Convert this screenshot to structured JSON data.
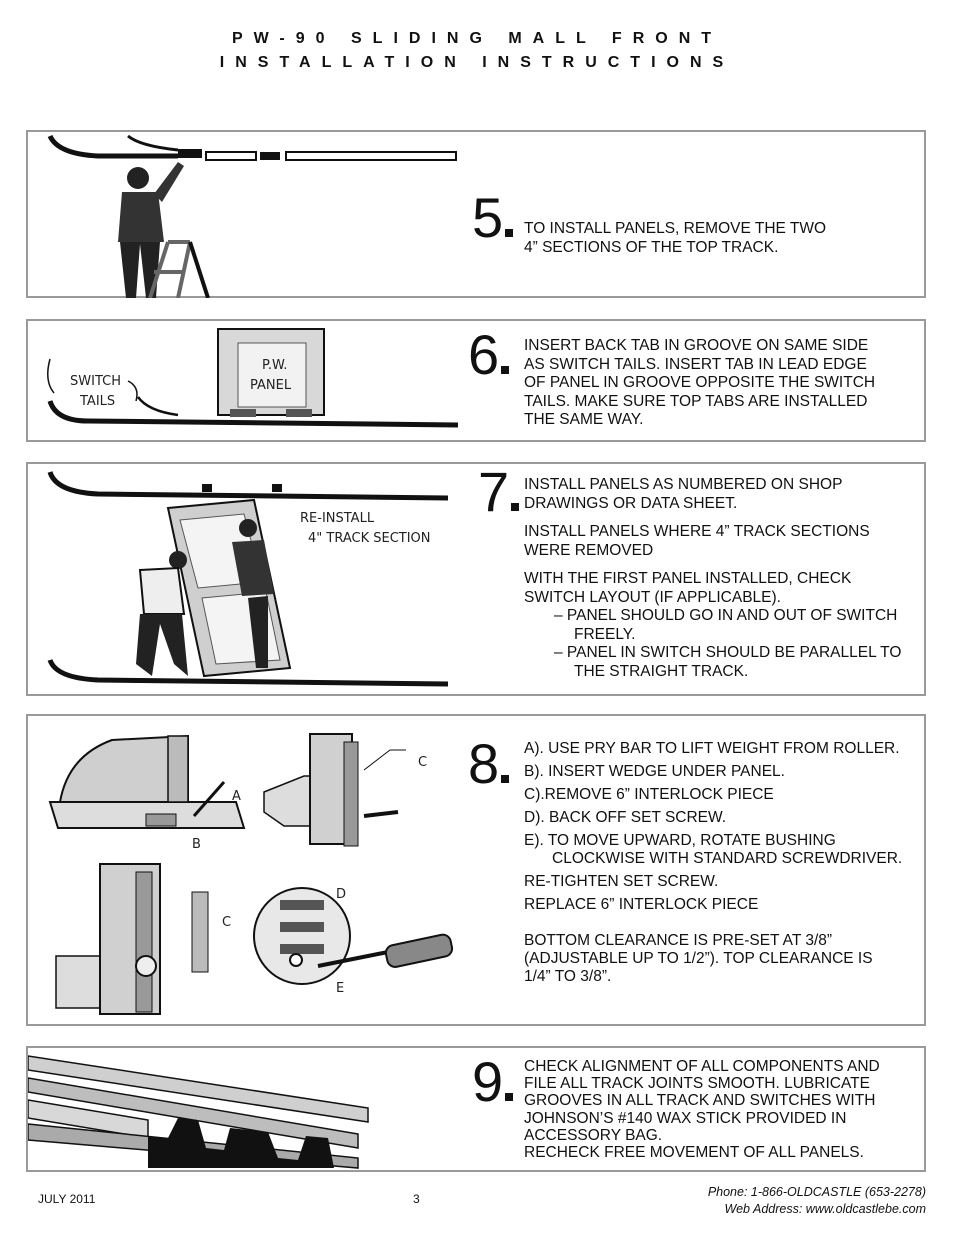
{
  "header": {
    "line1": "PW-90 SLIDING MALL FRONT",
    "line2": "INSTALLATION INSTRUCTIONS"
  },
  "steps": [
    {
      "number": "5",
      "lines": [
        "TO INSTALL PANELS, REMOVE THE TWO",
        "4” SECTIONS OF THE TOP TRACK."
      ]
    },
    {
      "number": "6",
      "lines": [
        "INSERT BACK TAB IN GROOVE ON SAME SIDE",
        "AS SWITCH TAILS. INSERT TAB IN LEAD EDGE",
        "OF PANEL IN GROOVE OPPOSITE THE SWITCH",
        "TAILS. MAKE SURE TOP TABS ARE INSTALLED",
        "THE SAME WAY."
      ],
      "labels": {
        "switch": "SWITCH",
        "tails": "TAILS",
        "pw": "P.W.",
        "panel": "PANEL"
      }
    },
    {
      "number": "7",
      "para1": [
        "INSTALL PANELS AS  NUMBERED ON SHOP",
        "DRAWINGS OR DATA SHEET."
      ],
      "para2": [
        "INSTALL PANELS WHERE 4” TRACK SECTIONS",
        "WERE REMOVED"
      ],
      "para3": [
        "WITH THE FIRST PANEL INSTALLED, CHECK",
        "SWITCH LAYOUT (IF APPLICABLE)."
      ],
      "bullets": [
        "–  PANEL SHOULD GO IN AND OUT OF SWITCH FREELY.",
        "–  PANEL IN SWITCH SHOULD BE PARALLEL TO THE STRAIGHT TRACK."
      ],
      "labels": {
        "reinstall": "RE-INSTALL",
        "section": "4\" TRACK SECTION"
      }
    },
    {
      "number": "8",
      "items": [
        "A). USE PRY BAR TO LIFT WEIGHT FROM ROLLER.",
        "B). INSERT WEDGE UNDER PANEL.",
        "C).REMOVE 6” INTERLOCK PIECE",
        "D). BACK OFF SET SCREW.",
        "E). TO MOVE UPWARD, ROTATE BUSHING CLOCKWISE WITH STANDARD SCREWDRIVER.",
        "RE-TIGHTEN SET SCREW.",
        "REPLACE 6” INTERLOCK PIECE"
      ],
      "note": [
        "BOTTOM CLEARANCE IS PRE-SET AT 3/8”",
        "(ADJUSTABLE UP TO 1/2”). TOP CLEARANCE IS",
        "1/4” TO 3/8”."
      ],
      "labels": {
        "a": "A",
        "b": "B",
        "c": "C",
        "d": "D",
        "e": "E"
      }
    },
    {
      "number": "9",
      "lines": [
        "CHECK ALIGNMENT OF ALL COMPONENTS AND",
        "FILE ALL TRACK JOINTS SMOOTH. LUBRICATE",
        "GROOVES IN ALL TRACK AND SWITCHES WITH",
        "JOHNSON’S #140 WAX STICK PROVIDED IN",
        "ACCESSORY BAG.",
        "RECHECK FREE MOVEMENT OF ALL PANELS."
      ]
    }
  ],
  "footer": {
    "date": "JULY 2011",
    "page": "3",
    "phone": "Phone: 1-866-OLDCASTLE (653-2278)",
    "web": "Web Address: www.oldcastlebe.com"
  }
}
